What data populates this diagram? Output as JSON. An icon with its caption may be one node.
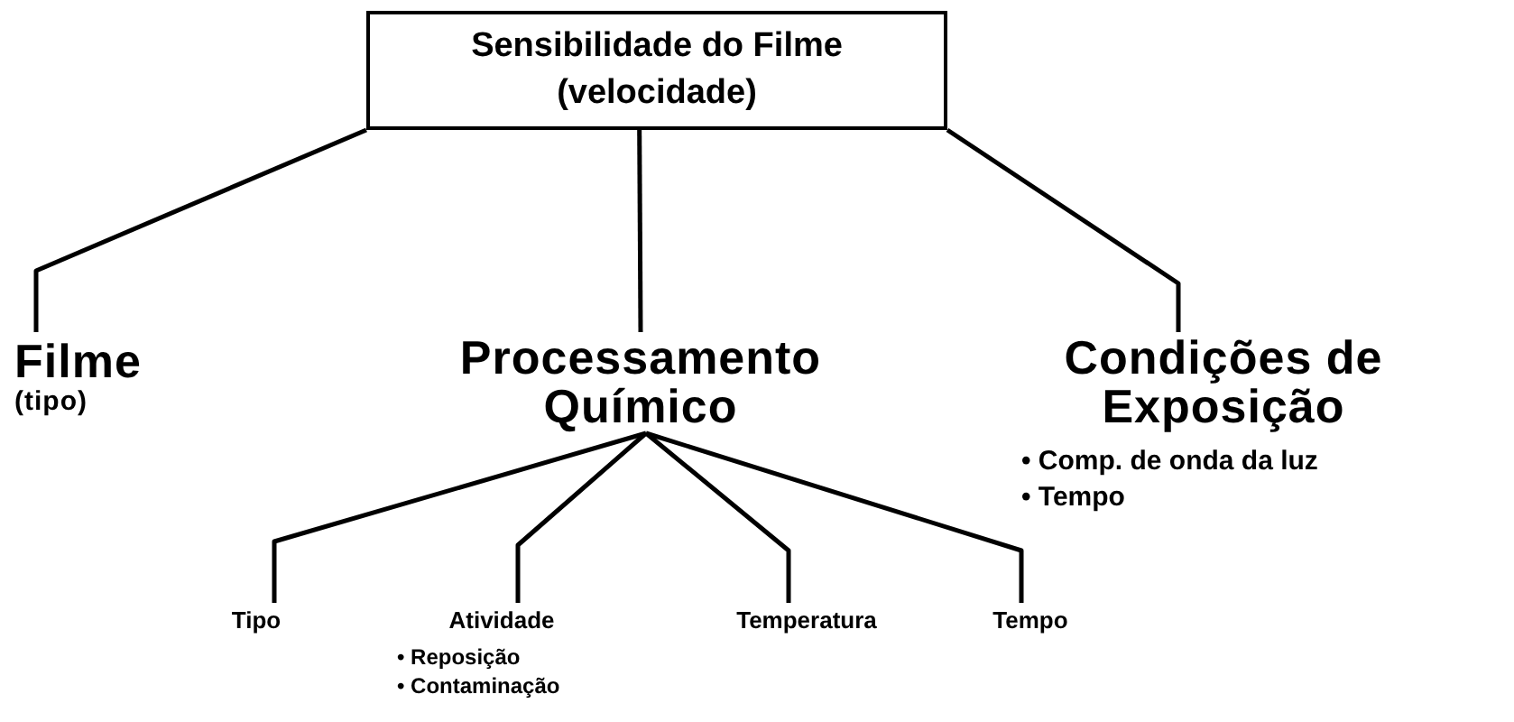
{
  "diagram": {
    "nodes": [
      {
        "text": [
          "Sensibilidade do Filme (velocidade)"
        ]
      },
      {
        "text": [
          "Filme",
          "(tipo)"
        ]
      },
      {
        "text": [
          "Processamento Químico"
        ]
      },
      {
        "text": [
          "Condições de Exposição"
        ],
        "beside": [
          "• Comp. de onda da luz",
          "• Tempo"
        ]
      },
      {
        "text": [
          "Tipo"
        ]
      },
      {
        "text": [
          "Atividade"
        ],
        "beside": [
          "• Reposição",
          "• Contaminação"
        ]
      },
      {
        "text": [
          "Temperatura"
        ]
      },
      {
        "text": [
          "Tempo"
        ]
      }
    ],
    "edges": [
      {
        "from": 0,
        "to": 1,
        "arrow": "none"
      },
      {
        "from": 0,
        "to": 2,
        "arrow": "none"
      },
      {
        "from": 0,
        "to": 3,
        "arrow": "none"
      },
      {
        "from": 2,
        "to": 4,
        "arrow": "none"
      },
      {
        "from": 2,
        "to": 5,
        "arrow": "none"
      },
      {
        "from": 2,
        "to": 6,
        "arrow": "none"
      },
      {
        "from": 2,
        "to": 7,
        "arrow": "none"
      }
    ]
  }
}
